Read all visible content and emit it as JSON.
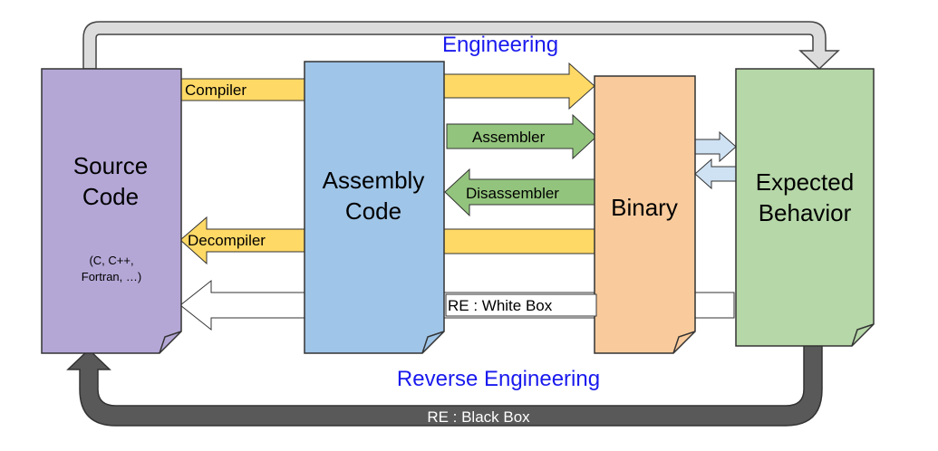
{
  "headings": {
    "top": "Engineering",
    "bottom": "Reverse Engineering"
  },
  "boxes": {
    "source": {
      "line1": "Source",
      "line2": "Code",
      "note1": "(C, C++,",
      "note2": "Fortran, …)"
    },
    "assembly": {
      "line1": "Assembly",
      "line2": "Code"
    },
    "binary": {
      "line1": "Binary"
    },
    "expected": {
      "line1": "Expected",
      "line2": "Behavior"
    }
  },
  "arrows": {
    "compiler": "Compiler",
    "assembler": "Assembler",
    "disassembler": "Disassembler",
    "decompiler": "Decompiler",
    "white_box": "RE : White Box",
    "black_box": "RE : Black Box"
  },
  "colors": {
    "source_fill": "#b4a7d6",
    "assembly_fill": "#9fc5e8",
    "binary_fill": "#f9cb9c",
    "expected_fill": "#b6d7a8",
    "yellow_arrow": "#ffd966",
    "green_arrow": "#93c47d",
    "light_blue_arrow": "#cfe2f3",
    "gray_arrow": "#999999",
    "dark_gray_arrow": "#595959",
    "heading_blue": "#1a1aee"
  }
}
